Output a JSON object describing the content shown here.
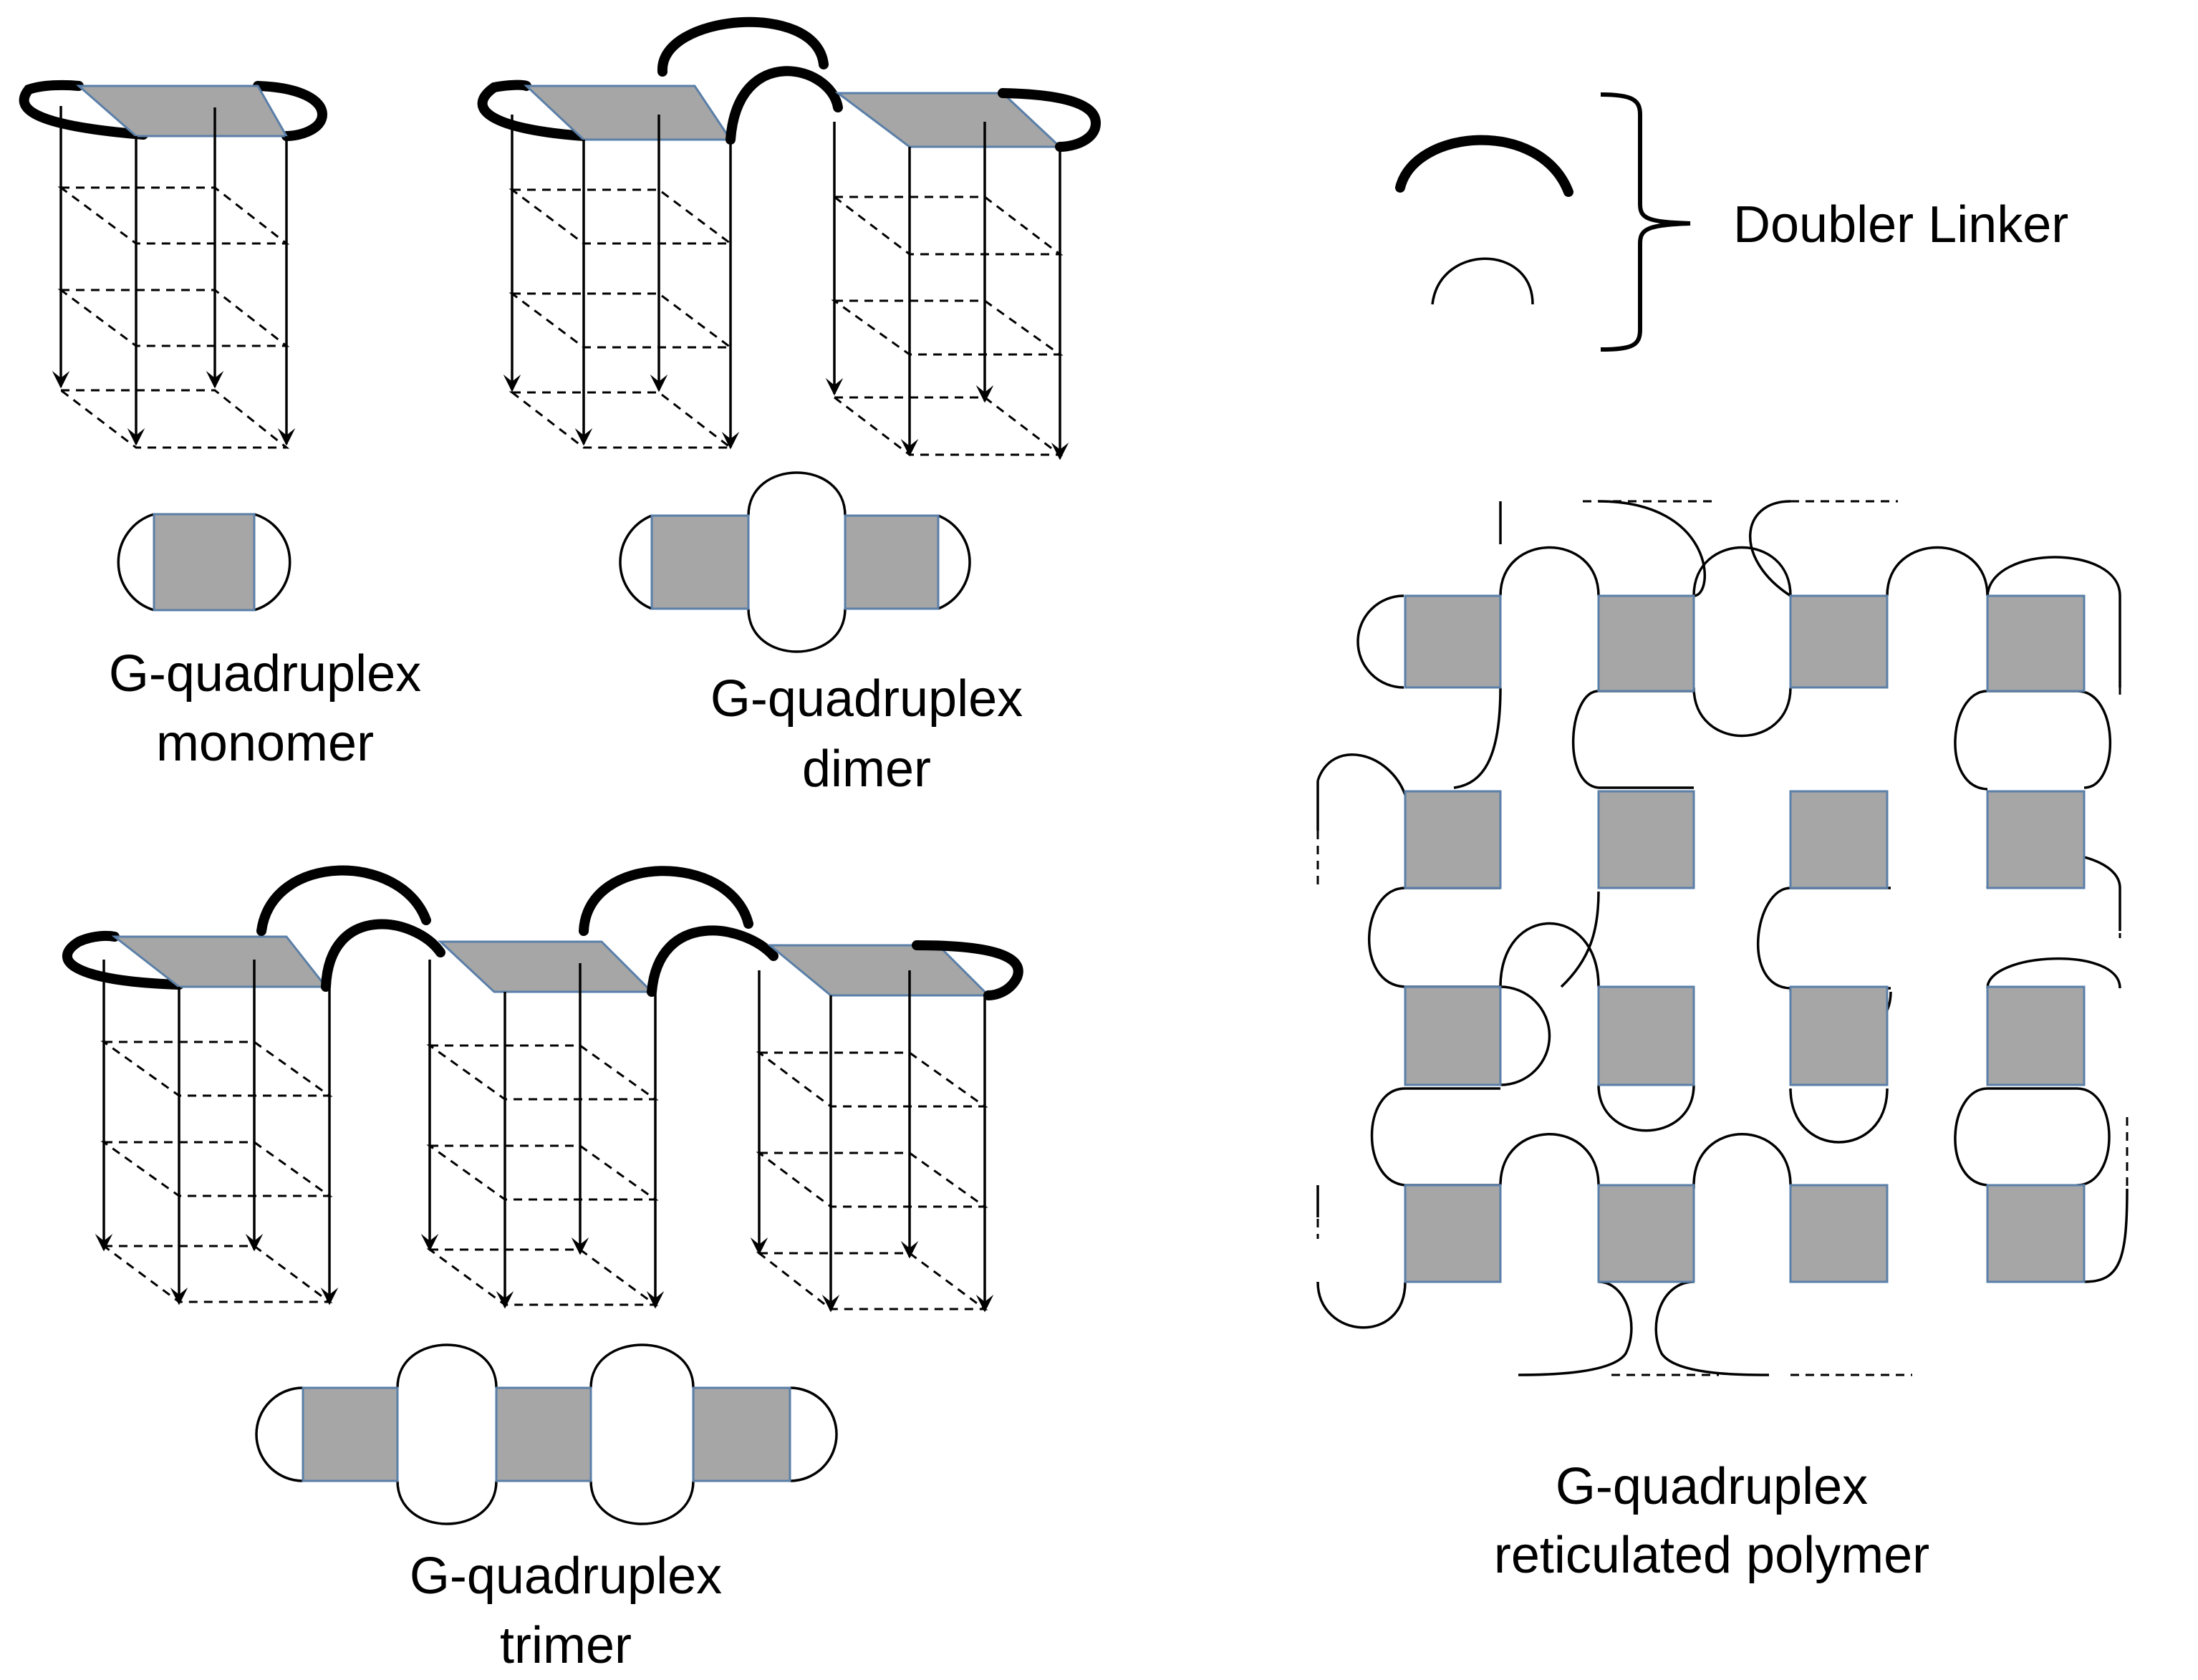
{
  "labels": {
    "monomer": [
      "G-quadruplex",
      "monomer"
    ],
    "dimer": [
      "G-quadruplex",
      "dimer"
    ],
    "trimer": [
      "G-quadruplex",
      "trimer"
    ],
    "polymer": [
      "G-quadruplex",
      "reticulated polymer"
    ],
    "linker": "Doubler Linker"
  },
  "colors": {
    "tile_fill": "#a6a6a6",
    "tile_edge": "#5a7fa8",
    "line": "#000000"
  }
}
